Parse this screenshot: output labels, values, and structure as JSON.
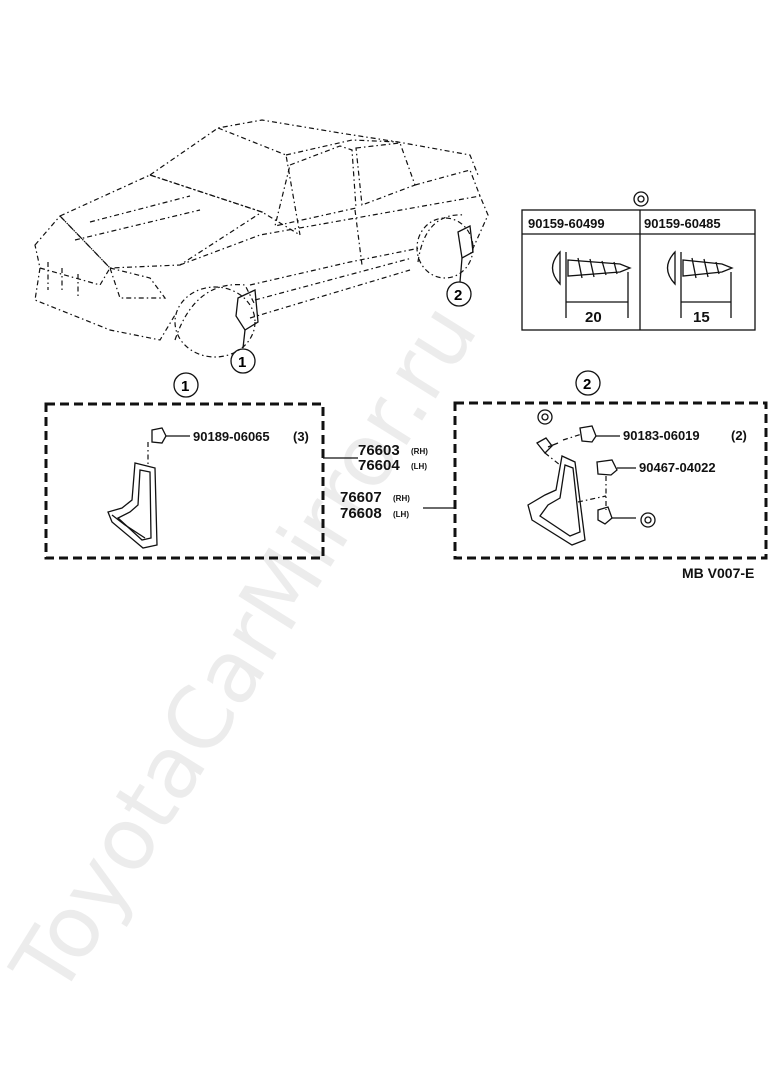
{
  "callouts": {
    "one": "1",
    "two": "2"
  },
  "fastener_table": {
    "columns": [
      {
        "part": "90159-60499",
        "dimension": "20"
      },
      {
        "part": "90159-60485",
        "dimension": "15"
      }
    ]
  },
  "group1": {
    "callout": "1",
    "fastener": {
      "part": "90189-06065",
      "qty": "(3)"
    }
  },
  "mudguard_parts": {
    "front": [
      {
        "part": "76603",
        "side": "(RH)"
      },
      {
        "part": "76604",
        "side": "(LH)"
      }
    ],
    "rear": [
      {
        "part": "76607",
        "side": "(RH)"
      },
      {
        "part": "76608",
        "side": "(LH)"
      }
    ]
  },
  "group2": {
    "callout": "2",
    "fasteners": [
      {
        "part": "90183-06019",
        "qty": "(2)"
      },
      {
        "part": "90467-04022",
        "qty": ""
      }
    ]
  },
  "figure_code": "MB V007-E",
  "watermark": "ToyotaCarMirror.ru",
  "icons": [
    "circle-mark-icon",
    "screw-icon",
    "clip-icon",
    "mudguard-icon",
    "car-outline-icon"
  ]
}
